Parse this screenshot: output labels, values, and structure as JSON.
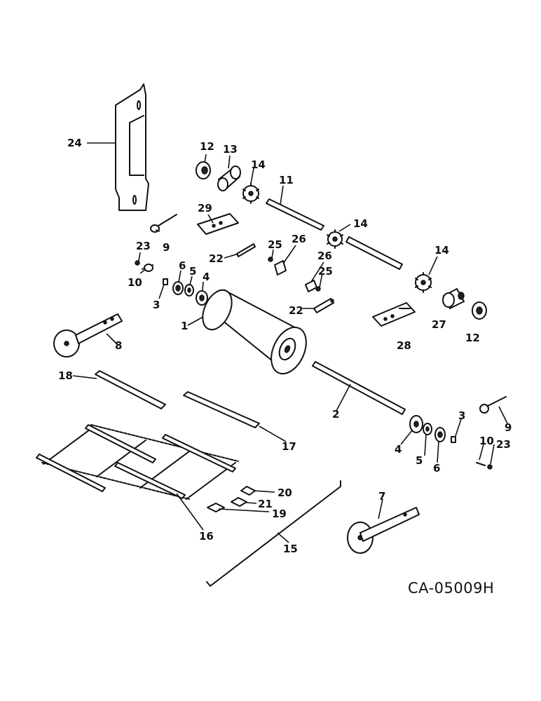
{
  "callouts": {
    "c1": "1",
    "c2": "2",
    "c3a": "3",
    "c3b": "3",
    "c4a": "4",
    "c4b": "4",
    "c5a": "5",
    "c5b": "5",
    "c6a": "6",
    "c6b": "6",
    "c7": "7",
    "c8": "8",
    "c9a": "9",
    "c9b": "9",
    "c10a": "10",
    "c10b": "10",
    "c11": "11",
    "c12a": "12",
    "c12b": "12",
    "c13": "13",
    "c14a": "14",
    "c14b": "14",
    "c14c": "14",
    "c15": "15",
    "c16": "16",
    "c17": "17",
    "c18": "18",
    "c19": "19",
    "c20": "20",
    "c21": "21",
    "c22a": "22",
    "c22b": "22",
    "c23a": "23",
    "c23b": "23",
    "c24": "24",
    "c25a": "25",
    "c25b": "25",
    "c26a": "26",
    "c26b": "26",
    "c27": "27",
    "c28": "28",
    "c29": "29"
  },
  "drawing_code": "CA-05009H"
}
